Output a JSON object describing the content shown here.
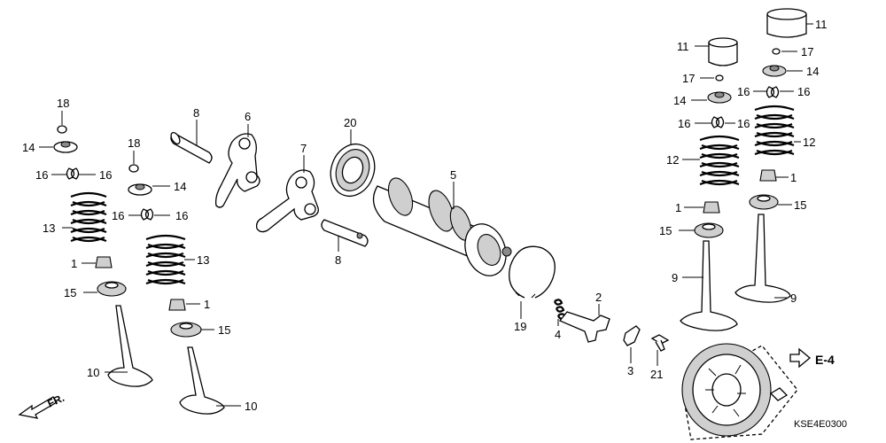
{
  "diagram": {
    "code": "KSE4E0300",
    "reference": "E-4",
    "front_marker": "FR.",
    "callouts": [
      {
        "id": "c18a",
        "text": "18"
      },
      {
        "id": "c14a",
        "text": "14"
      },
      {
        "id": "c16a",
        "text": "16"
      },
      {
        "id": "c16b",
        "text": "16"
      },
      {
        "id": "c13a",
        "text": "13"
      },
      {
        "id": "c1a",
        "text": "1"
      },
      {
        "id": "c15a",
        "text": "15"
      },
      {
        "id": "c10a",
        "text": "10"
      },
      {
        "id": "c18b",
        "text": "18"
      },
      {
        "id": "c14b",
        "text": "14"
      },
      {
        "id": "c16c",
        "text": "16"
      },
      {
        "id": "c16d",
        "text": "16"
      },
      {
        "id": "c13b",
        "text": "13"
      },
      {
        "id": "c1b",
        "text": "1"
      },
      {
        "id": "c15b",
        "text": "15"
      },
      {
        "id": "c10b",
        "text": "10"
      },
      {
        "id": "c8a",
        "text": "8"
      },
      {
        "id": "c6",
        "text": "6"
      },
      {
        "id": "c7",
        "text": "7"
      },
      {
        "id": "c8b",
        "text": "8"
      },
      {
        "id": "c20",
        "text": "20"
      },
      {
        "id": "c5",
        "text": "5"
      },
      {
        "id": "c19",
        "text": "19"
      },
      {
        "id": "c2",
        "text": "2"
      },
      {
        "id": "c4",
        "text": "4"
      },
      {
        "id": "c3",
        "text": "3"
      },
      {
        "id": "c21",
        "text": "21"
      },
      {
        "id": "c11a",
        "text": "11"
      },
      {
        "id": "c17a",
        "text": "17"
      },
      {
        "id": "c14c",
        "text": "14"
      },
      {
        "id": "c16e",
        "text": "16"
      },
      {
        "id": "c16f",
        "text": "16"
      },
      {
        "id": "c12a",
        "text": "12"
      },
      {
        "id": "c1c",
        "text": "1"
      },
      {
        "id": "c15c",
        "text": "15"
      },
      {
        "id": "c9a",
        "text": "9"
      },
      {
        "id": "c11b",
        "text": "11"
      },
      {
        "id": "c17b",
        "text": "17"
      },
      {
        "id": "c14d",
        "text": "14"
      },
      {
        "id": "c16g",
        "text": "16"
      },
      {
        "id": "c16h",
        "text": "16"
      },
      {
        "id": "c12b",
        "text": "12"
      },
      {
        "id": "c1d",
        "text": "1"
      },
      {
        "id": "c15d",
        "text": "15"
      },
      {
        "id": "c9b",
        "text": "9"
      }
    ]
  }
}
